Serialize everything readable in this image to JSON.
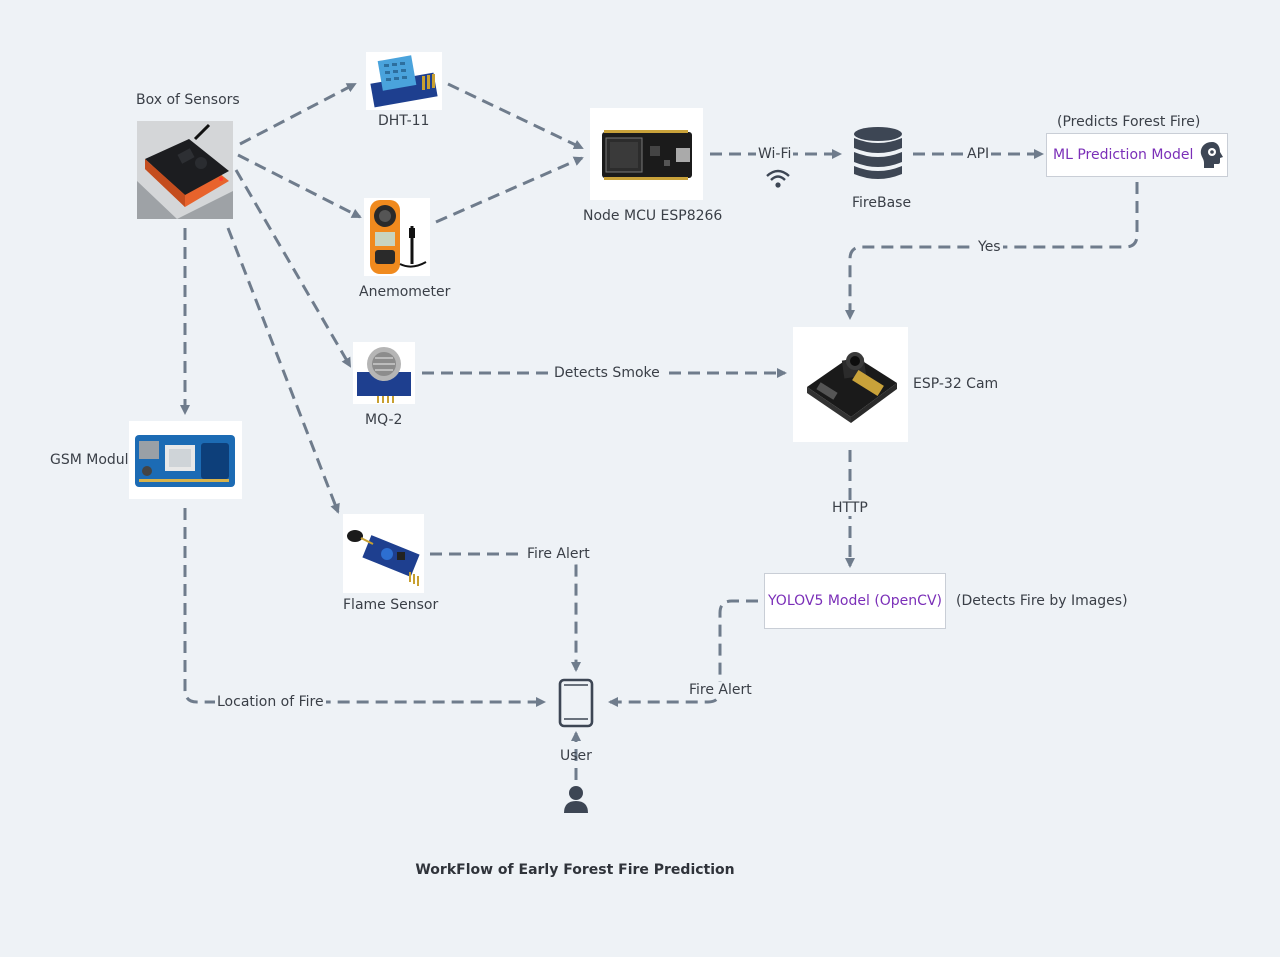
{
  "nodes": {
    "box_of_sensors": "Box of Sensors",
    "dht11": "DHT-11",
    "anemometer": "Anemometer",
    "node_mcu": "Node MCU ESP8266",
    "firebase": "FireBase",
    "ml_model": "ML Prediction Model",
    "ml_note": "(Predicts Forest Fire)",
    "mq2": "MQ-2",
    "esp32": "ESP-32 Cam",
    "gsm": "GSM Module",
    "flame": "Flame Sensor",
    "yolo": "YOLOV5 Model (OpenCV)",
    "yolo_note": "(Detects Fire by Images)",
    "user": "User"
  },
  "edges": {
    "wifi": "Wi-Fi",
    "api": "API",
    "yes": "Yes",
    "detects_smoke": "Detects Smoke",
    "http": "HTTP",
    "fire_alert_flame": "Fire Alert",
    "fire_alert_yolo": "Fire Alert",
    "location": "Location of Fire"
  },
  "caption": "WorkFlow of Early Forest Fire Prediction",
  "colors": {
    "background": "#eef2f6",
    "connector": "#6f7c8c",
    "model_text": "#7b2fb8",
    "icon_dark": "#3d4654"
  }
}
